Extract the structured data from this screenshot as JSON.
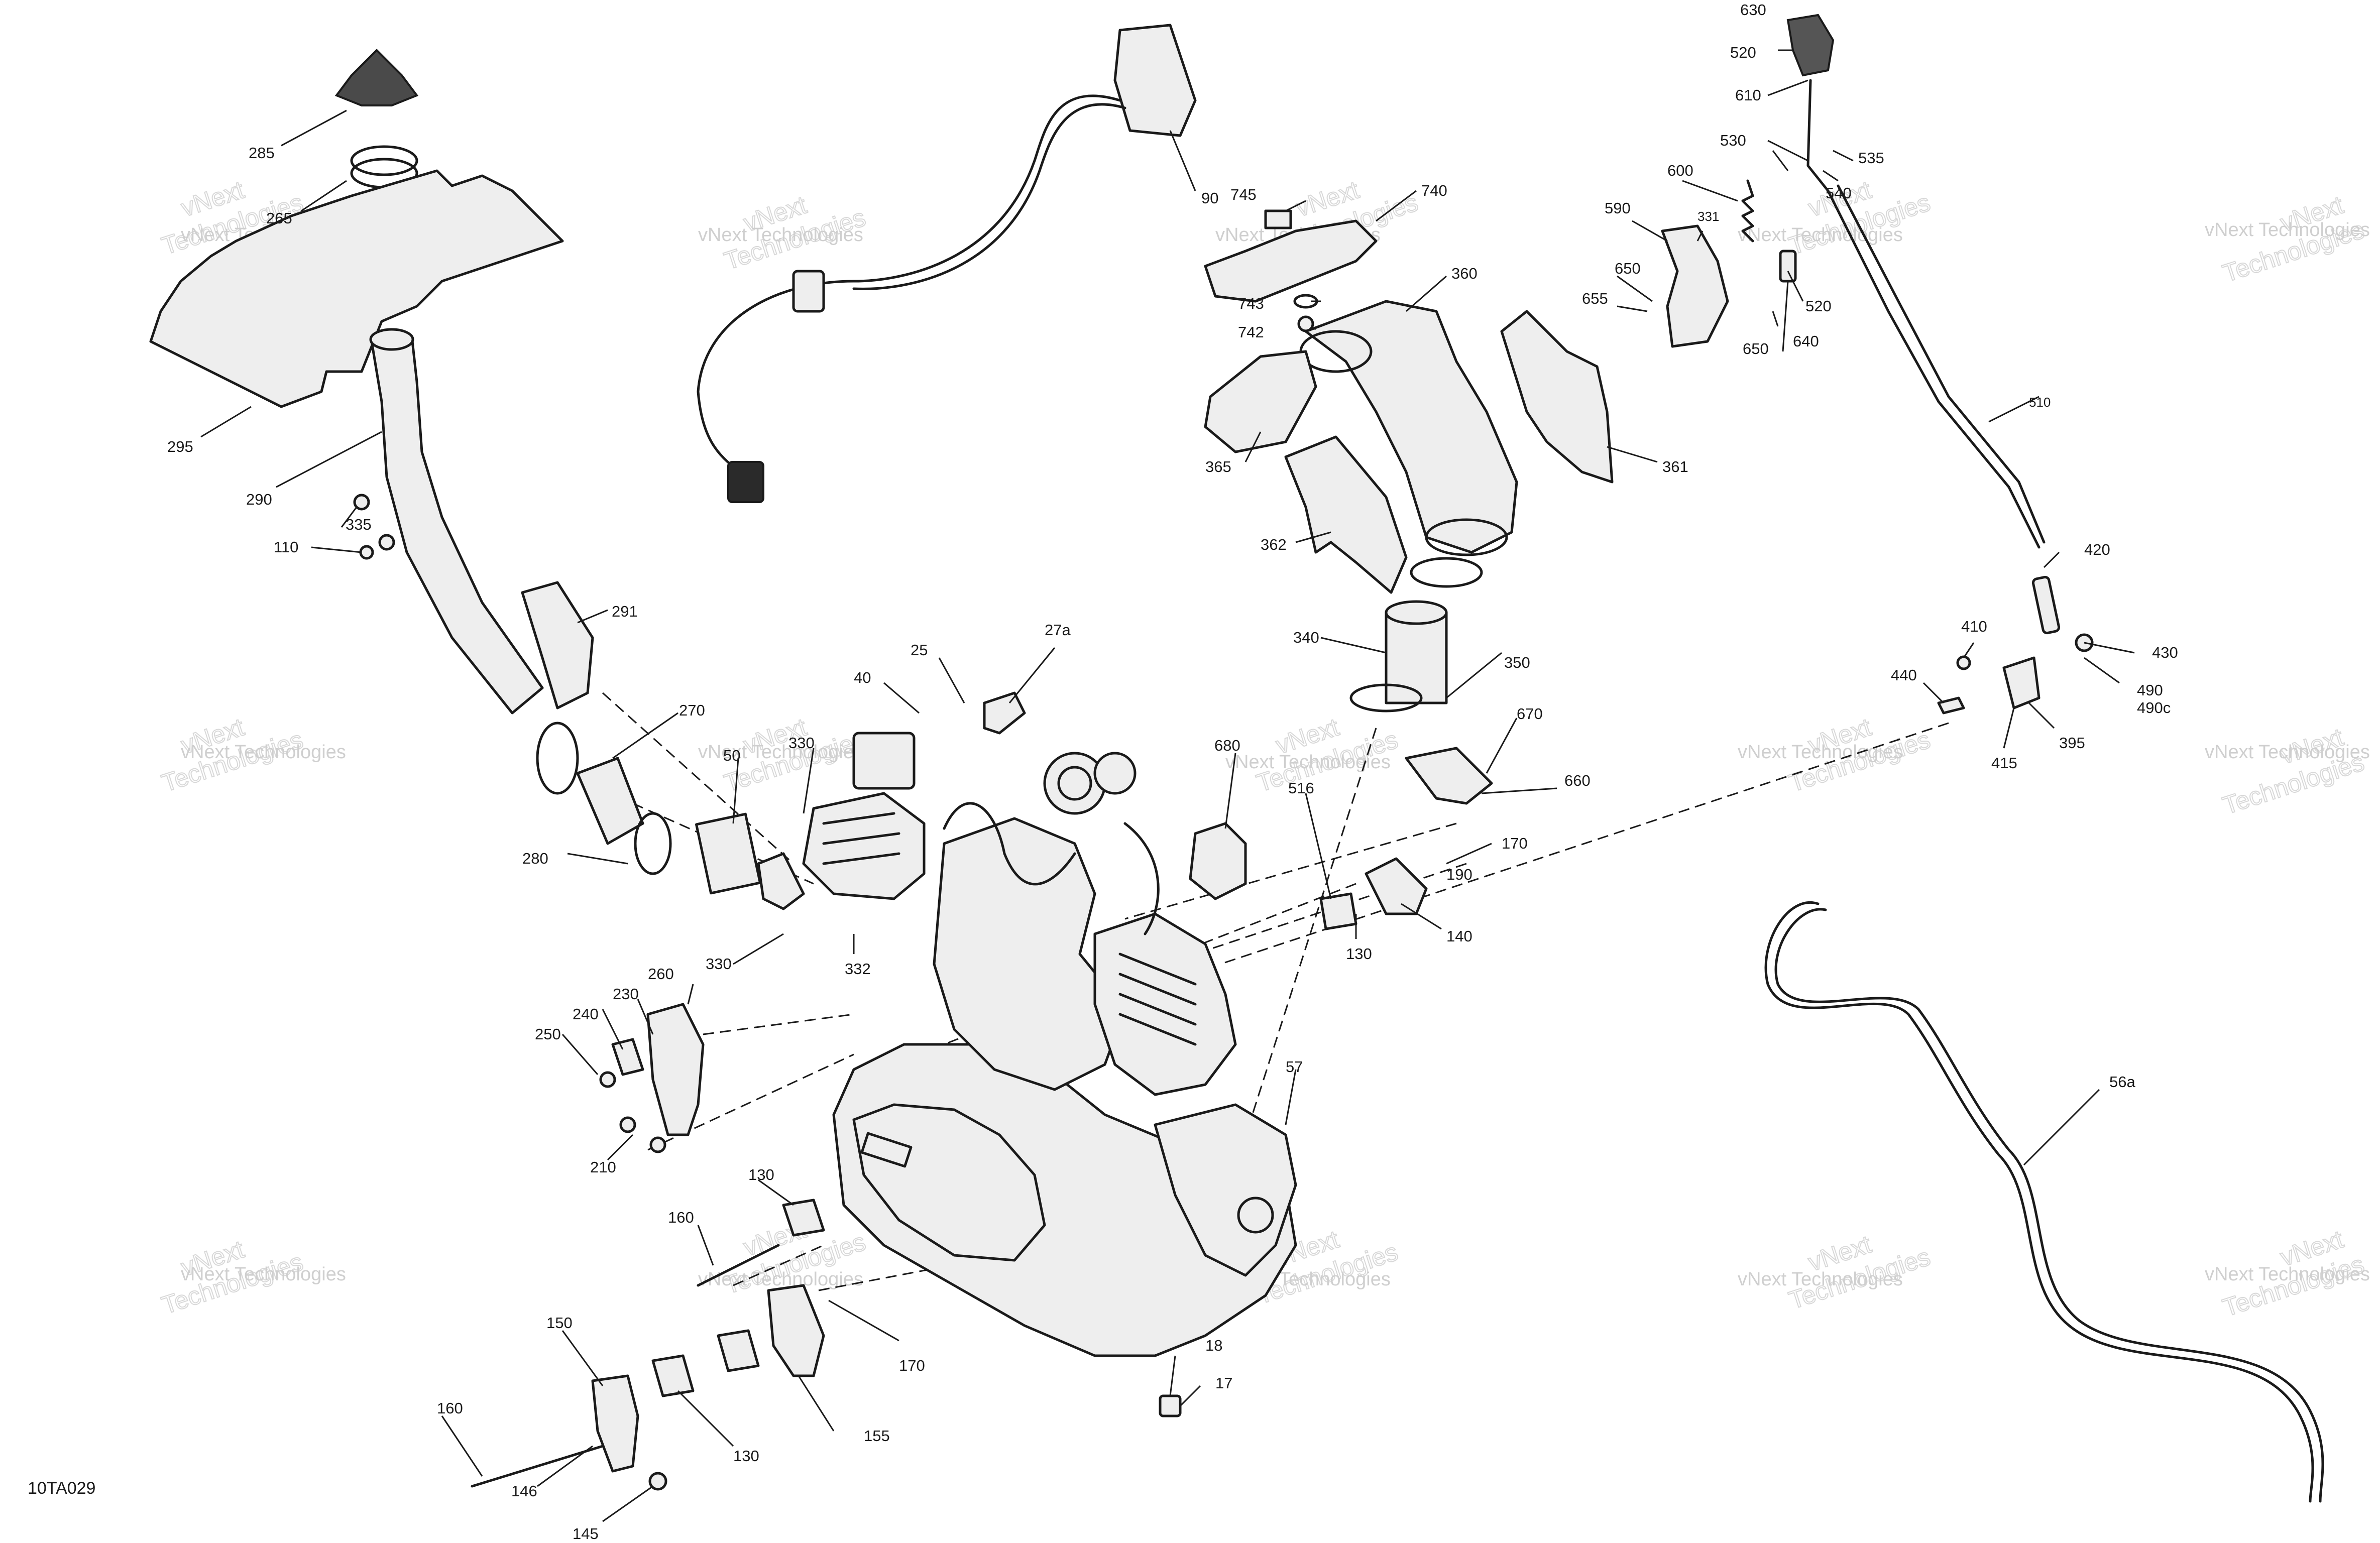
{
  "diagram_ref": "10TA029",
  "watermark": {
    "line1": "vNext Technologies",
    "line2": "vNext",
    "line3": "Technologies"
  },
  "callouts": [
    {
      "id": "c285",
      "text": "285"
    },
    {
      "id": "c265",
      "text": "265"
    },
    {
      "id": "c295",
      "text": "295"
    },
    {
      "id": "c290",
      "text": "290"
    },
    {
      "id": "c335",
      "text": "335"
    },
    {
      "id": "c110",
      "text": "110"
    },
    {
      "id": "c291",
      "text": "291"
    },
    {
      "id": "c270",
      "text": "270"
    },
    {
      "id": "c280",
      "text": "280"
    },
    {
      "id": "c90",
      "text": "90"
    },
    {
      "id": "c745",
      "text": "745"
    },
    {
      "id": "c740",
      "text": "740"
    },
    {
      "id": "c743",
      "text": "743"
    },
    {
      "id": "c742",
      "text": "742"
    },
    {
      "id": "c360",
      "text": "360"
    },
    {
      "id": "c365",
      "text": "365"
    },
    {
      "id": "c361",
      "text": "361"
    },
    {
      "id": "c362",
      "text": "362"
    },
    {
      "id": "c340",
      "text": "340"
    },
    {
      "id": "c350",
      "text": "350"
    },
    {
      "id": "c25",
      "text": "25"
    },
    {
      "id": "c27a",
      "text": "27a"
    },
    {
      "id": "c40",
      "text": "40"
    },
    {
      "id": "c330a",
      "text": "330"
    },
    {
      "id": "c50",
      "text": "50"
    },
    {
      "id": "c330b",
      "text": "330"
    },
    {
      "id": "c332",
      "text": "332"
    },
    {
      "id": "c680",
      "text": "680"
    },
    {
      "id": "c516",
      "text": "516"
    },
    {
      "id": "c670",
      "text": "670"
    },
    {
      "id": "c660",
      "text": "660"
    },
    {
      "id": "c170a",
      "text": "170"
    },
    {
      "id": "c190",
      "text": "190"
    },
    {
      "id": "c140",
      "text": "140"
    },
    {
      "id": "c130a",
      "text": "130"
    },
    {
      "id": "c260",
      "text": "260"
    },
    {
      "id": "c230",
      "text": "230"
    },
    {
      "id": "c240",
      "text": "240"
    },
    {
      "id": "c250",
      "text": "250"
    },
    {
      "id": "c210",
      "text": "210"
    },
    {
      "id": "c57",
      "text": "57"
    },
    {
      "id": "c130b",
      "text": "130"
    },
    {
      "id": "c160a",
      "text": "160"
    },
    {
      "id": "c170b",
      "text": "170"
    },
    {
      "id": "c150",
      "text": "150"
    },
    {
      "id": "c155",
      "text": "155"
    },
    {
      "id": "c130c",
      "text": "130"
    },
    {
      "id": "c160b",
      "text": "160"
    },
    {
      "id": "c146",
      "text": "146"
    },
    {
      "id": "c145",
      "text": "145"
    },
    {
      "id": "c18",
      "text": "18"
    },
    {
      "id": "c17",
      "text": "17"
    },
    {
      "id": "c630",
      "text": "630"
    },
    {
      "id": "c520a",
      "text": "520"
    },
    {
      "id": "c610",
      "text": "610"
    },
    {
      "id": "c530",
      "text": "530"
    },
    {
      "id": "c535",
      "text": "535"
    },
    {
      "id": "c600",
      "text": "600"
    },
    {
      "id": "c540",
      "text": "540"
    },
    {
      "id": "c590",
      "text": "590"
    },
    {
      "id": "c331",
      "text": "331"
    },
    {
      "id": "c650a",
      "text": "650"
    },
    {
      "id": "c655",
      "text": "655"
    },
    {
      "id": "c520b",
      "text": "520"
    },
    {
      "id": "c650b",
      "text": "650"
    },
    {
      "id": "c640",
      "text": "640"
    },
    {
      "id": "c510",
      "text": "510"
    },
    {
      "id": "c420",
      "text": "420"
    },
    {
      "id": "c410",
      "text": "410"
    },
    {
      "id": "c430",
      "text": "430"
    },
    {
      "id": "c440",
      "text": "440"
    },
    {
      "id": "c490",
      "text": "490"
    },
    {
      "id": "c490c",
      "text": "490c"
    },
    {
      "id": "c395",
      "text": "395"
    },
    {
      "id": "c415",
      "text": "415"
    },
    {
      "id": "c56a",
      "text": "56a"
    }
  ]
}
